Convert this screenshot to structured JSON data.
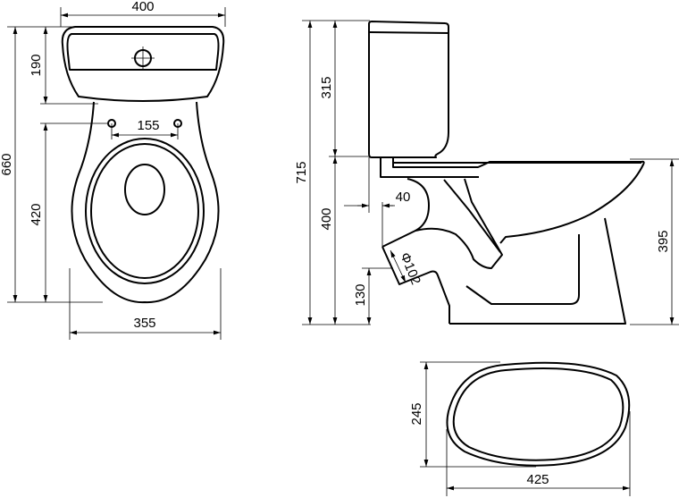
{
  "drawing": {
    "top_view": {
      "width_top": "400",
      "total_length": "660",
      "tank_depth": "190",
      "bowl_length": "420",
      "bolt_spacing": "155",
      "width_bottom": "355"
    },
    "side_view": {
      "total_height": "715",
      "tank_height": "315",
      "bowl_height": "400",
      "rim_height": "395",
      "outlet_offset": "40",
      "outlet_diameter": "Φ102",
      "outlet_height": "130"
    },
    "base_view": {
      "depth": "245",
      "length": "425"
    },
    "colors": {
      "line": "#000000",
      "background": "#ffffff"
    }
  }
}
